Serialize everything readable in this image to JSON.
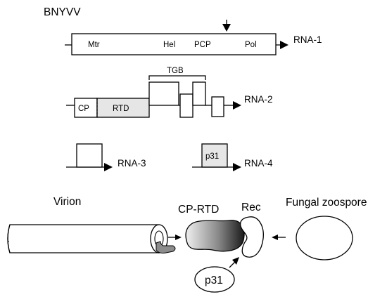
{
  "title": "BNYVV",
  "rna1": {
    "label": "RNA-1",
    "domains": [
      "Mtr",
      "Hel",
      "PCP",
      "Pol"
    ]
  },
  "rna2": {
    "label": "RNA-2",
    "cp": "CP",
    "rtd": "RTD",
    "tgb": "TGB"
  },
  "rna3": {
    "label": "RNA-3"
  },
  "rna4": {
    "label": "RNA-4",
    "p31": "p31"
  },
  "lower": {
    "virion": "Virion",
    "cp_rtd": "CP-RTD",
    "rec": "Rec",
    "fungal_zoospore": "Fungal zoospore",
    "p31": "p31"
  }
}
